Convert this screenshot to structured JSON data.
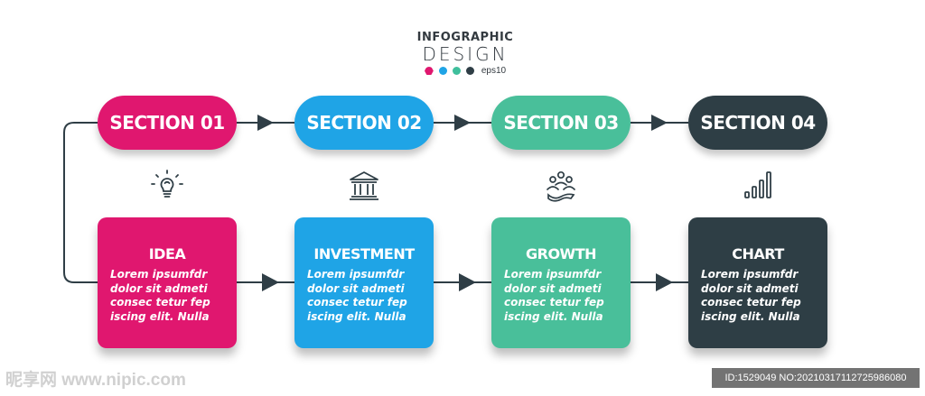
{
  "header": {
    "line1": "INFOGRAPHIC",
    "line2": "DESIGN",
    "eps": "eps10",
    "dot_colors": [
      "#e0176f",
      "#1fa4e6",
      "#3fbf9c",
      "#2f3e46"
    ]
  },
  "sections": [
    {
      "label": "SECTION 01",
      "title": "IDEA",
      "color": "#e0176f",
      "icon": "lightbulb-icon",
      "body": [
        "Lorem ipsumfdr",
        "dolor sit admeti",
        "consec tetur fep",
        "iscing elit. Nulla"
      ]
    },
    {
      "label": "SECTION 02",
      "title": "INVESTMENT",
      "color": "#1fa4e6",
      "icon": "bank-icon",
      "body": [
        "Lorem ipsumfdr",
        "dolor sit admeti",
        "consec tetur fep",
        "iscing elit. Nulla"
      ]
    },
    {
      "label": "SECTION 03",
      "title": "GROWTH",
      "color": "#49bf9a",
      "icon": "people-growth-icon",
      "body": [
        "Lorem ipsumfdr",
        "dolor sit admeti",
        "consec tetur fep",
        "iscing elit. Nulla"
      ]
    },
    {
      "label": "SECTION 04",
      "title": "CHART",
      "color": "#2e3e45",
      "icon": "bar-chart-icon",
      "body": [
        "Lorem ipsumfdr",
        "dolor sit admeti",
        "consec tetur fep",
        "iscing elit. Nulla"
      ]
    }
  ],
  "connector_color": "#2f3e46",
  "watermark": {
    "left": "昵享网 www.nipic.com",
    "right": "ID:1529049 NO:20210317112725986080"
  }
}
